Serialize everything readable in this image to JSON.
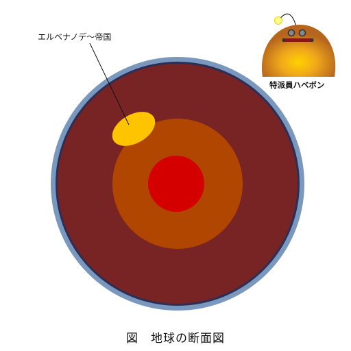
{
  "diagram": {
    "labels": {
      "empire": "エルベナノデ〜帝国",
      "agent": "特派員ハベボン"
    },
    "caption": "図　地球の断面図"
  },
  "colors": {
    "outer_rim": "#7A98BE",
    "rim_inner_edge": "#2B2F55",
    "mantle": "#782324",
    "outer_core": "#B04600",
    "inner_core": "#D40000",
    "empire": "#FFC400",
    "agent_body_light": "#FFC000",
    "agent_body_dark": "#B5651D",
    "agent_lamp": "#FFFF80",
    "agent_mouth": "#8B1515"
  }
}
